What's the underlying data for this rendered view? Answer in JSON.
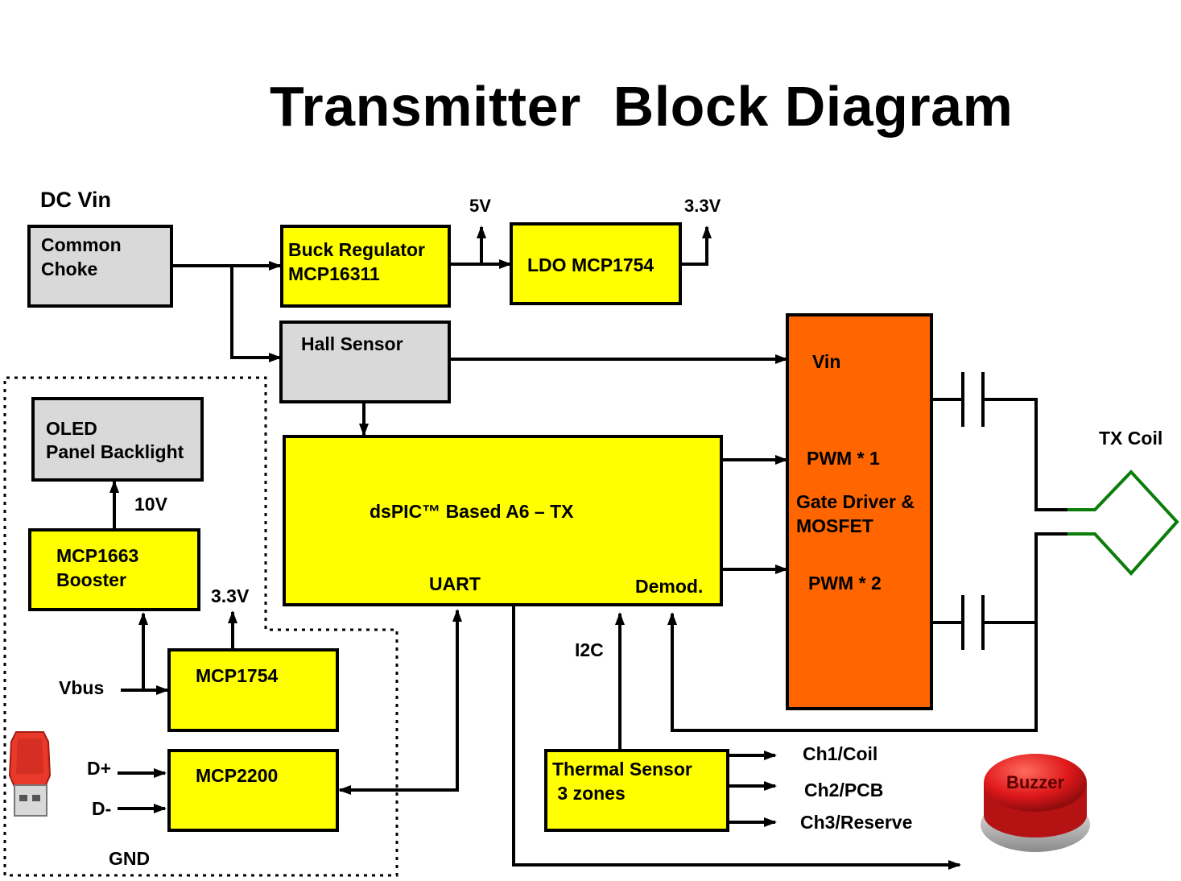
{
  "title": "Transmitter  Block Diagram",
  "labels": {
    "dc_vin": "DC Vin",
    "v5": "5V",
    "v33_top": "3.3V",
    "v10": "10V",
    "v33_left": "3.3V",
    "vbus": "Vbus",
    "dplus": "D+",
    "dminus": "D-",
    "gnd": "GND",
    "i2c": "I2C",
    "uart": "UART",
    "demod": "Demod.",
    "tx_coil": "TX Coil",
    "vin": "Vin",
    "pwm1": "PWM * 1",
    "pwm2": "PWM * 2",
    "ch1": "Ch1/Coil",
    "ch2": "Ch2/PCB",
    "ch3": "Ch3/Reserve",
    "buzzer": "Buzzer"
  },
  "blocks": {
    "common_choke": [
      "Common",
      "Choke"
    ],
    "buck": [
      "Buck Regulator",
      "MCP16311"
    ],
    "ldo": "LDO MCP1754",
    "hall": "Hall Sensor",
    "oled": [
      "OLED",
      "Panel Backlight"
    ],
    "booster": [
      "MCP1663",
      "Booster"
    ],
    "mcp1754": "MCP1754",
    "mcp2200": "MCP2200",
    "dspic": "dsPIC™ Based A6 – TX",
    "gate_driver": [
      "Gate Driver &",
      "MOSFET"
    ],
    "thermal": [
      "Thermal Sensor",
      " 3 zones"
    ]
  },
  "colors": {
    "yellow": "#ffff00",
    "gray": "#d9d9d9",
    "orange": "#ff6600",
    "coil": "#0a7d0a",
    "buzzer": "#e0191b",
    "usb": "#e8392a"
  },
  "icons": [
    "usb-plug-icon",
    "buzzer-button-icon"
  ]
}
